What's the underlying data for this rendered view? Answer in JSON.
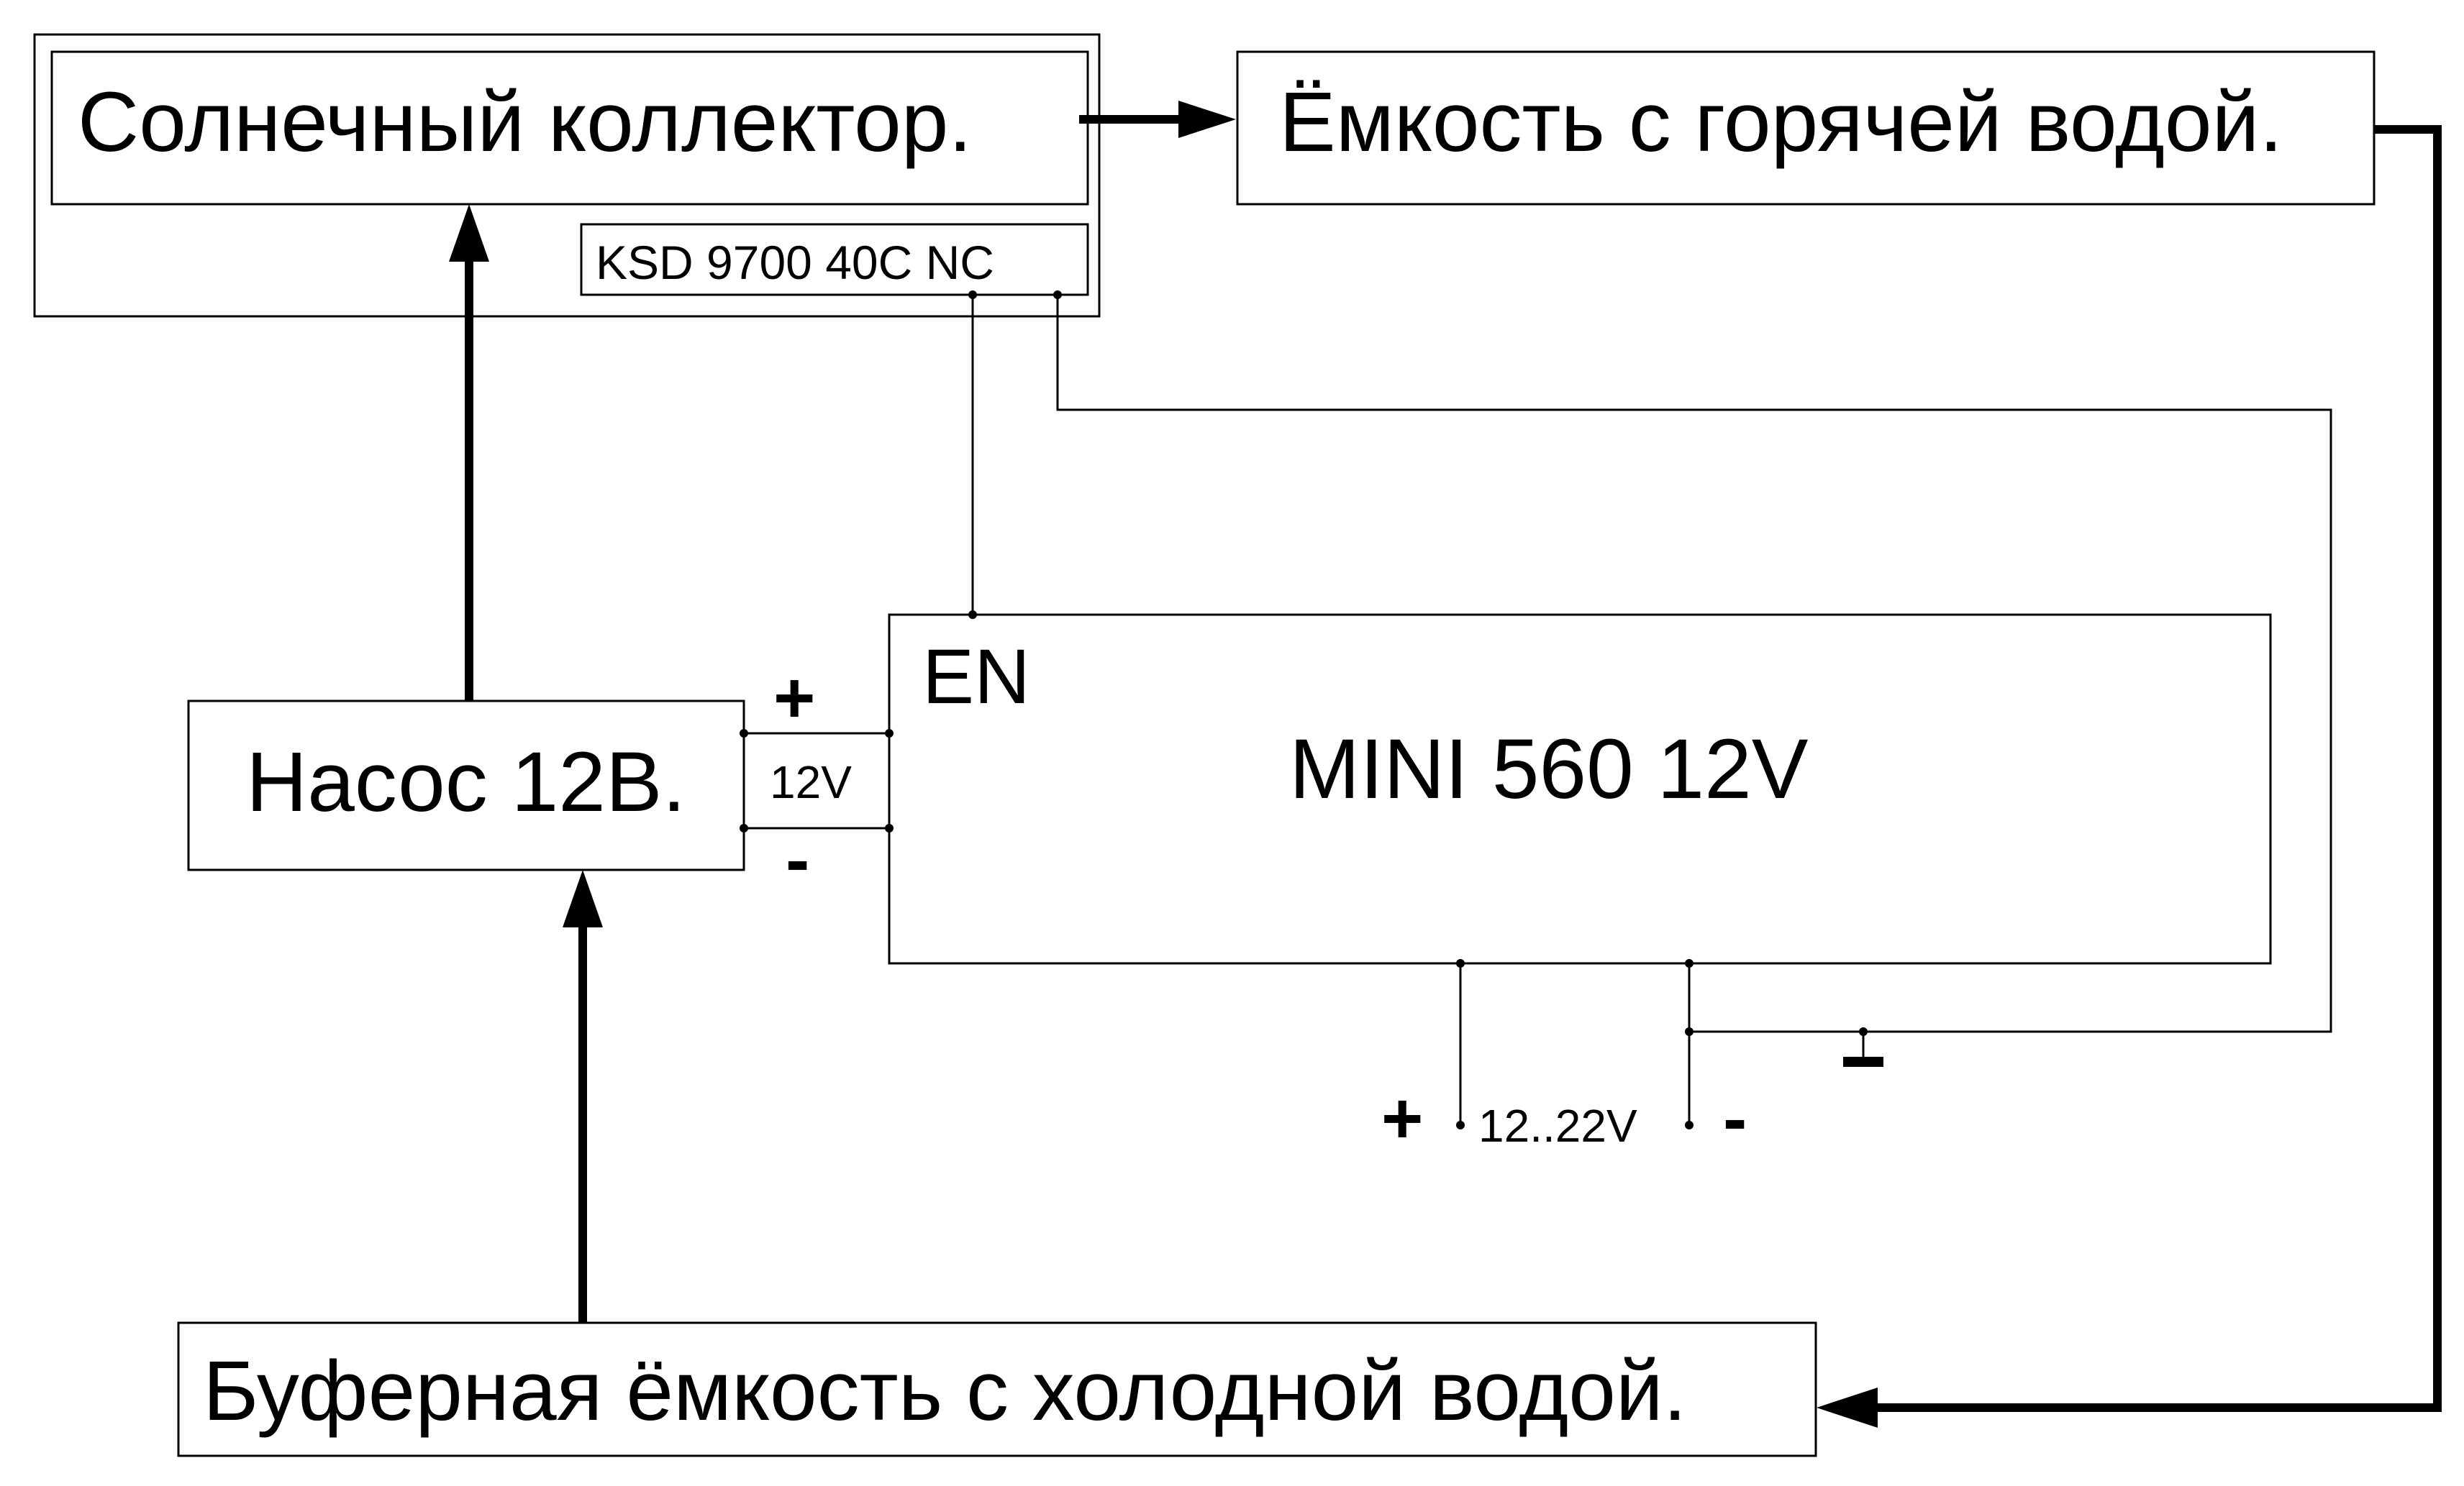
{
  "blocks": {
    "solar_collector": "Солнечный коллектор.",
    "hot_tank": "Ёмкость с горячей водой.",
    "thermostat": "KSD 9700 40C NC",
    "pump": "Насос 12В.",
    "converter_enable": "EN",
    "converter": "MINI 560 12V",
    "cold_tank": "Буферная ёмкость с холодной водой."
  },
  "labels": {
    "pump_voltage": "12V",
    "pump_plus": "+",
    "pump_minus": "-",
    "input_plus": "+",
    "input_range": "12..22V",
    "input_minus": "-"
  }
}
